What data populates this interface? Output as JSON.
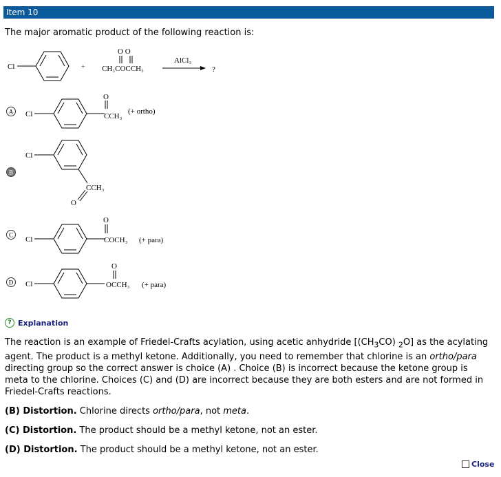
{
  "header": {
    "title": "Item 10"
  },
  "question": "The major aromatic product of the following reaction is:",
  "reaction": {
    "reactant_substituent": "Cl",
    "plus": "+",
    "reagent_oxygens": "O O",
    "reagent_formula": "CH₃COCCH₃",
    "catalyst": "AlCl₃",
    "product": "?"
  },
  "choices": [
    {
      "letter": "A",
      "substituent": "Cl",
      "group_top": "O",
      "group": "CCH₃",
      "note": "(+ ortho)"
    },
    {
      "letter": "B",
      "substituent": "Cl",
      "group_top": "",
      "group": "CCH₃",
      "oxygen": "O",
      "note": ""
    },
    {
      "letter": "C",
      "substituent": "Cl",
      "group_top": "O",
      "group": "COCH₃",
      "note": "(+ para)"
    },
    {
      "letter": "D",
      "substituent": "Cl",
      "group_top": "O",
      "group": "OCCH₃",
      "note": "(+ para)"
    }
  ],
  "explanation": {
    "heading": "Explanation",
    "para1_a": "The reaction is an example of Friedel-Crafts acylation, using acetic anhydride [(CH",
    "para1_sub1": "3",
    "para1_b": "CO) ",
    "para1_sub2": "2",
    "para1_c": "O] as the acylating agent. The product is a methyl ketone. Additionally, you need to remember that chlorine is an ",
    "para1_em1": "ortho/para",
    "para1_d": " directing group so the correct answer is choice (A) . Choice (B) is incorrect because the ketone group is meta to the chlorine. Choices (C) and (D) are incorrect because they are both esters and are not formed in Friedel-Crafts reactions.",
    "b_label": "(B) Distortion.",
    "b_text_a": " Chlorine directs ",
    "b_em1": "ortho/para",
    "b_text_b": ", not ",
    "b_em2": "meta",
    "b_text_c": ".",
    "c_label": "(C) Distortion.",
    "c_text": " The product should be a methyl ketone, not an ester.",
    "d_label": "(D) Distortion.",
    "d_text": " The product should be a methyl ketone, not an ester."
  },
  "close_label": "Close"
}
